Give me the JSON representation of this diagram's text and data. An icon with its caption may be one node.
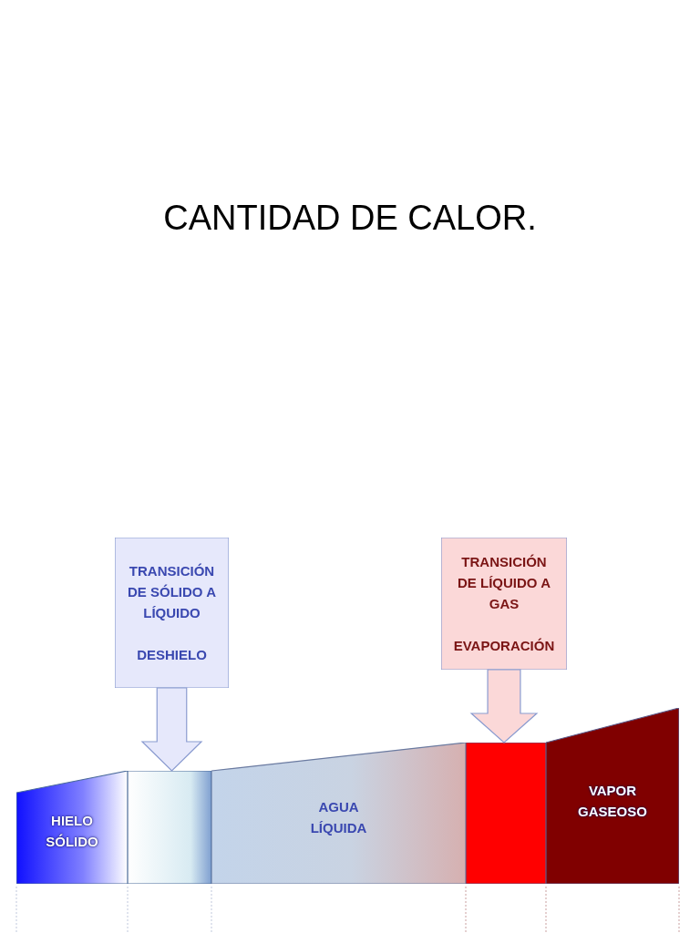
{
  "diagram": {
    "title": "CANTIDAD DE CALOR.",
    "nodes": [
      {
        "text": [
          "TRANSICIÓN DE SÓLIDO A LÍQUIDO",
          "DESHIELO"
        ]
      },
      {
        "text": [
          "TRANSICIÓN DE LÍQUIDO A GAS",
          "EVAPORACIÓN"
        ]
      },
      {
        "text": [
          "HIELO SÓLIDO"
        ]
      },
      {
        "text": [],
        "shape": "box"
      },
      {
        "text": [
          "AGUA LÍQUIDA"
        ]
      },
      {
        "text": [],
        "shape": "box"
      },
      {
        "text": [
          "VAPOR GASEOSO"
        ]
      }
    ],
    "edges": [
      {
        "from": 0,
        "to": 3,
        "arrow": "to"
      },
      {
        "from": 1,
        "to": 5,
        "arrow": "to"
      }
    ]
  }
}
